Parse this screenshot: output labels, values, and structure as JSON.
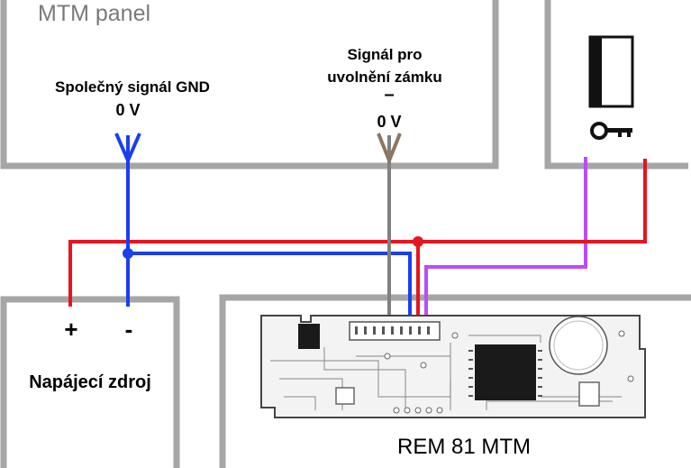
{
  "mtm_panel": {
    "title": "MTM panel",
    "gnd_label": "Společný signál GND",
    "gnd_voltage": "0 V",
    "unlock_label_line1": "Signál pro",
    "unlock_label_line2": "uvolnění zámku",
    "unlock_voltage": "0 V",
    "unlock_dash": "–"
  },
  "lock": {
    "icon": "door-lock-key-icon"
  },
  "power_supply": {
    "title": "Napájecí zdroj",
    "plus": "+",
    "minus": "-"
  },
  "module": {
    "title": "REM 81 MTM"
  },
  "colors": {
    "box_border": "#a6a6a6",
    "gnd_wire": "#1a3ff0",
    "power_wire": "#e8141e",
    "signal_wire": "#808080",
    "lock_wire": "#b84dff",
    "title_gray": "#7a7a7a"
  }
}
